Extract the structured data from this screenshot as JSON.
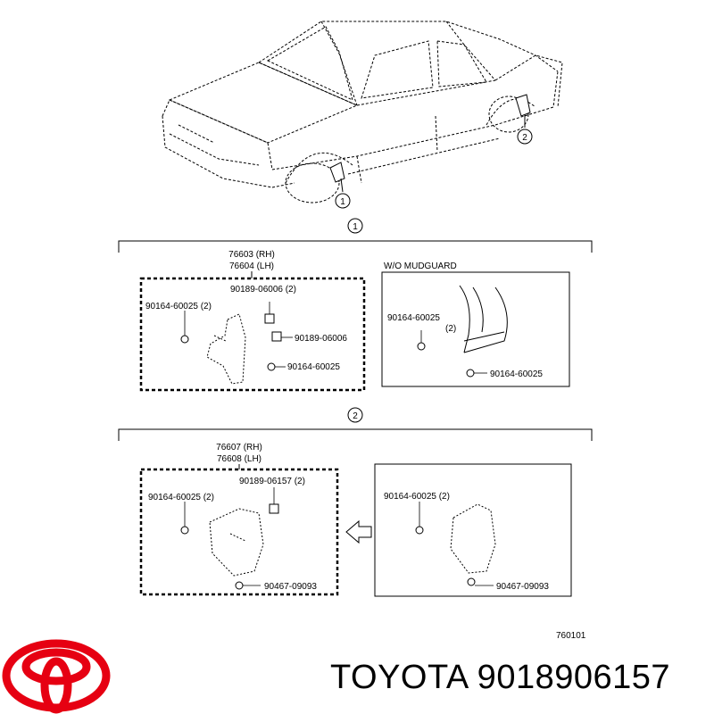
{
  "callouts": {
    "c1": "1",
    "c2": "2"
  },
  "section1": {
    "part_rh": "76603 (RH)",
    "part_lh": "76604 (LH)",
    "label_a": "90189-06006 (2)",
    "label_b": "90164-60025 (2)",
    "label_c": "90189-06006",
    "label_d": "90164-60025",
    "alt_title": "W/O MUDGUARD",
    "alt_label_a": "90164-60025",
    "alt_label_a_qty": "(2)",
    "alt_label_b": "90164-60025"
  },
  "section2": {
    "part_rh": "76607 (RH)",
    "part_lh": "76608 (LH)",
    "label_a": "90189-06157 (2)",
    "label_b": "90164-60025 (2)",
    "label_c": "90467-09093",
    "alt_label_a": "90164-60025 (2)",
    "alt_label_b": "90467-09093"
  },
  "diagram_code": "760101",
  "footer": {
    "brand_part": "TOYOTA 9018906157"
  },
  "colors": {
    "brand_red": "#e60012",
    "line": "#000000"
  }
}
